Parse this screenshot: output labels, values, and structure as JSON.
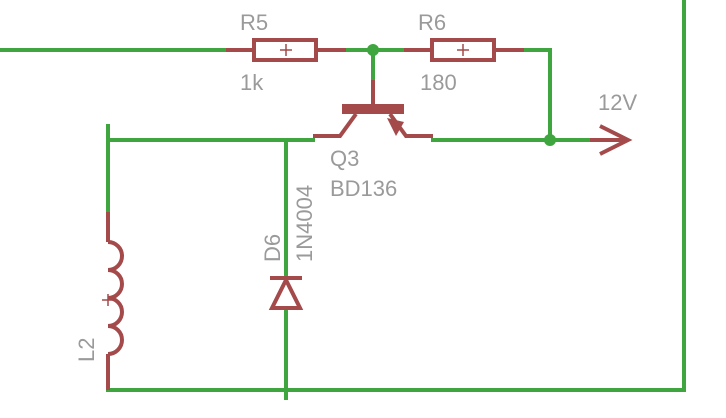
{
  "components": {
    "r5": {
      "name": "R5",
      "value": "1k"
    },
    "r6": {
      "name": "R6",
      "value": "180"
    },
    "q3": {
      "name": "Q3",
      "value": "BD136"
    },
    "d6": {
      "name": "D6",
      "value": "1N4004"
    },
    "l2": {
      "name": "L2"
    }
  },
  "supply": {
    "label": "12V"
  },
  "colors": {
    "wire": "#3fa63f",
    "symbol": "#a44a4a",
    "text": "#9a9a9a"
  }
}
